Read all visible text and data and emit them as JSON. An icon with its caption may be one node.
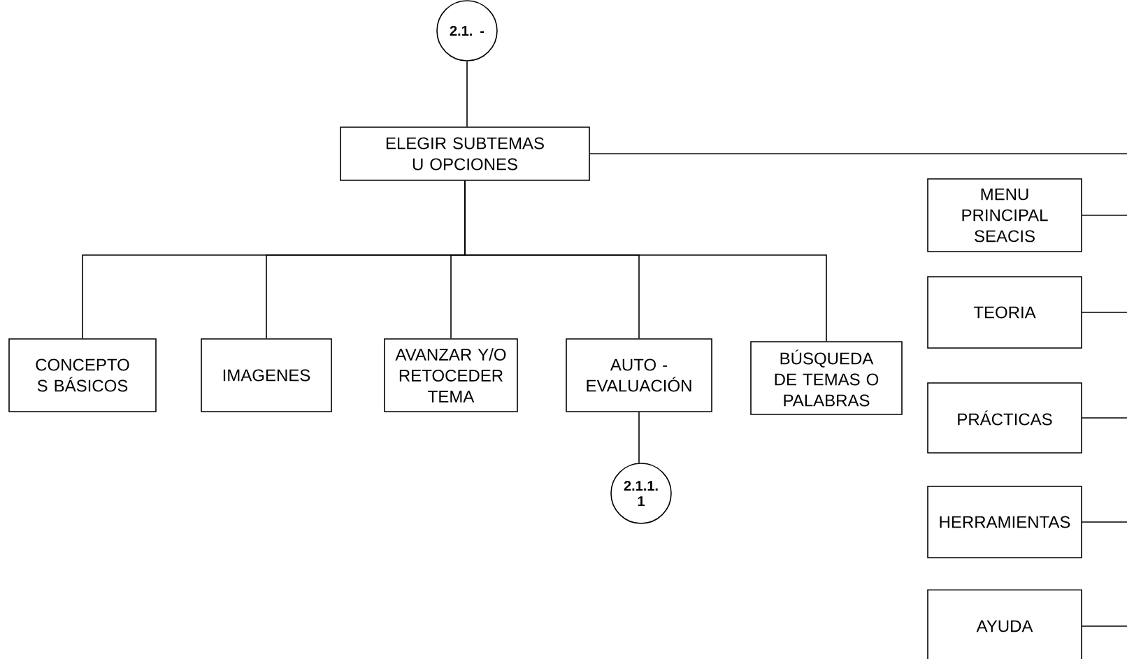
{
  "diagram": {
    "nodes": [
      {
        "text": [
          "2.1. -"
        ]
      },
      {
        "text": [
          "ELEGIR SUBTEMAS U OPCIONES"
        ]
      },
      {
        "text": [
          "CONCEPTO S BÁSICOS"
        ]
      },
      {
        "text": [
          "IMAGENES"
        ]
      },
      {
        "text": [
          "AVANZAR Y/O RETOCEDER TEMA"
        ]
      },
      {
        "text": [
          "AUTO - EVALUACIÓN"
        ]
      },
      {
        "text": [
          "BÚSQUEDA DE TEMAS O PALABRAS"
        ]
      },
      {
        "text": [
          "2.1.1. 1"
        ]
      },
      {
        "text": [
          "MENU PRINCIPAL SEACIS"
        ]
      },
      {
        "text": [
          "TEORIA"
        ]
      },
      {
        "text": [
          "PRÁCTICAS"
        ]
      },
      {
        "text": [
          "HERRAMIENTAS"
        ]
      },
      {
        "text": [
          "AYUDA"
        ]
      }
    ],
    "edges": [
      {
        "from": 0,
        "to": 1,
        "arrow": "none"
      },
      {
        "from": 1,
        "to": 2,
        "arrow": "none"
      },
      {
        "from": 1,
        "to": 3,
        "arrow": "none"
      },
      {
        "from": 1,
        "to": 4,
        "arrow": "none"
      },
      {
        "from": 1,
        "to": 5,
        "arrow": "none"
      },
      {
        "from": 1,
        "to": 6,
        "arrow": "none"
      },
      {
        "from": 5,
        "to": 7,
        "arrow": "none"
      },
      {
        "from": 1,
        "to": null,
        "arrow": "none"
      },
      {
        "from": 8,
        "to": null,
        "arrow": "none"
      },
      {
        "from": 9,
        "to": null,
        "arrow": "none"
      },
      {
        "from": 10,
        "to": null,
        "arrow": "none"
      },
      {
        "from": 11,
        "to": null,
        "arrow": "none"
      },
      {
        "from": 12,
        "to": null,
        "arrow": "none"
      }
    ]
  }
}
